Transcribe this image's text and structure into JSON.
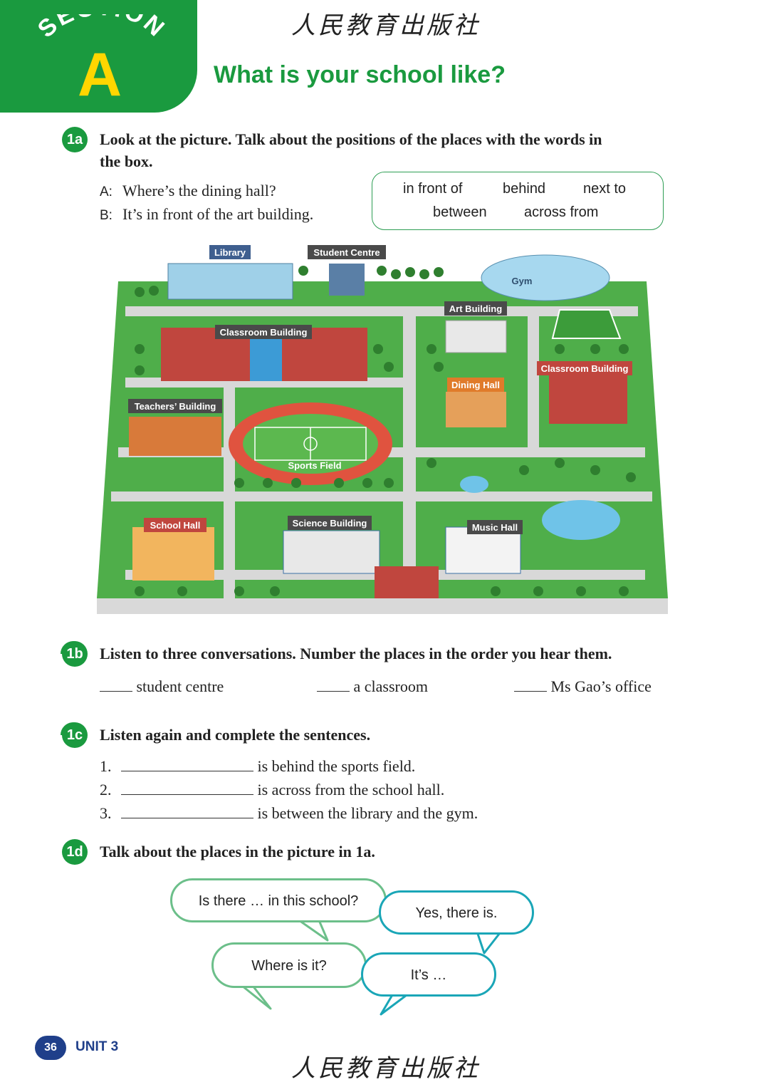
{
  "header": {
    "section_word": "SECTION",
    "section_letter": "A",
    "publisher": "人民教育出版社",
    "title": "What is your school like?"
  },
  "task_1a": {
    "badge": "1a",
    "instruction_line1": "Look at the picture. Talk about the positions of the places with the words in",
    "instruction_line2": "the box.",
    "dialog": [
      {
        "speaker": "A:",
        "text": "Where’s the dining hall?"
      },
      {
        "speaker": "B:",
        "text": "It’s in front of the art building."
      }
    ],
    "word_box": [
      "in front of",
      "behind",
      "next to",
      "between",
      "across from"
    ]
  },
  "map": {
    "labels": [
      "Library",
      "Student Centre",
      "Gym",
      "Art Building",
      "Classroom Building",
      "Classroom Building",
      "Dining Hall",
      "Teachers’ Building",
      "Sports Field",
      "School Hall",
      "Science Building",
      "Music Hall"
    ]
  },
  "task_1b": {
    "badge": "1b",
    "instruction": "Listen to three conversations. Number the places in the order you hear them.",
    "items": [
      "student centre",
      "a classroom",
      "Ms Gao’s office"
    ]
  },
  "task_1c": {
    "badge": "1c",
    "instruction": "Listen again and complete the sentences.",
    "sentences": [
      {
        "num": "1.",
        "text": "is behind the sports field."
      },
      {
        "num": "2.",
        "text": "is across from the school hall."
      },
      {
        "num": "3.",
        "text": "is between the library and the gym."
      }
    ]
  },
  "task_1d": {
    "badge": "1d",
    "instruction": "Talk about the places in the picture in 1a.",
    "bubbles": [
      "Is there … in this school?",
      "Yes, there is.",
      "Where is it?",
      "It’s …"
    ]
  },
  "footer": {
    "page_number": "36",
    "unit": "UNIT 3",
    "publisher": "人民教育出版社"
  },
  "colors": {
    "brand_green": "#1a9a3f",
    "badge_yellow": "#ffd600",
    "bubble_green": "#6cbf8a",
    "bubble_teal": "#1aa6b7",
    "page_blue": "#1f3f8a"
  }
}
